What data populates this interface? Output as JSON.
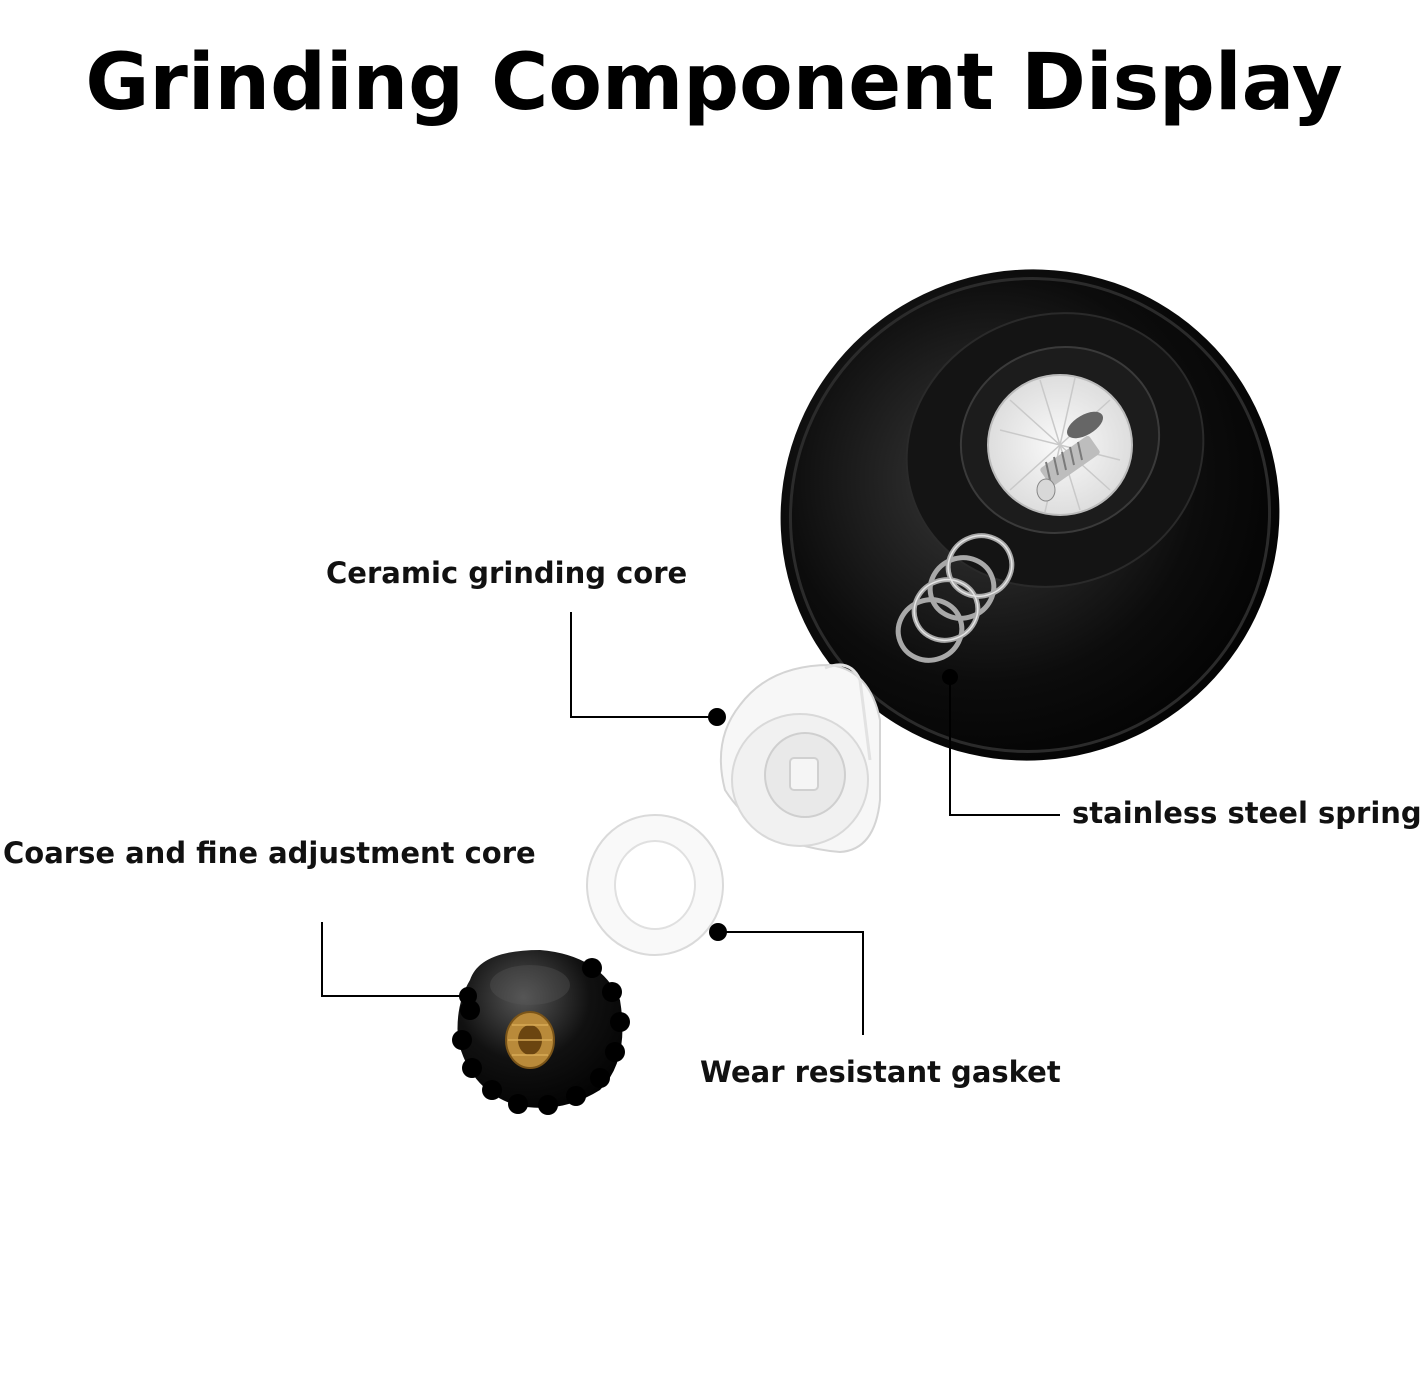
{
  "title": "Grinding Component Display",
  "parts": {
    "ceramic_core": "Ceramic grinding core",
    "spring": "stainless steel spring",
    "adjustment_core": "Coarse and fine adjustment core",
    "gasket": "Wear resistant gasket"
  }
}
